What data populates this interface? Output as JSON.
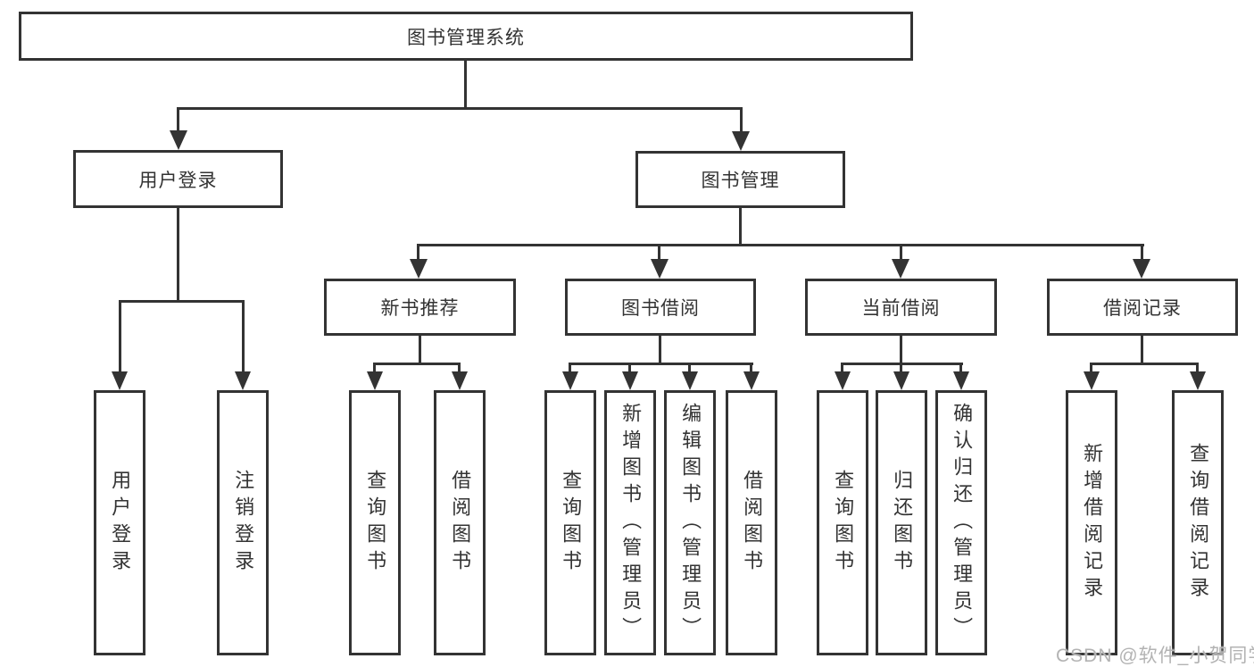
{
  "colors": {
    "line": "#333333",
    "text": "#333333",
    "background": "#ffffff",
    "watermark": "#b3b3b3"
  },
  "nodes": {
    "root": "图书管理系统",
    "level2": {
      "user_login": "用户登录",
      "book_mgmt": "图书管理"
    },
    "level3": {
      "recommend": "新书推荐",
      "borrow": "图书借阅",
      "current": "当前借阅",
      "record": "借阅记录"
    },
    "leaves": {
      "login": [
        "用户登录",
        "注销登录"
      ],
      "recommend": [
        "查询图书",
        "借阅图书"
      ],
      "borrow": [
        "查询图书",
        "新增图书（管理员）",
        "编辑图书（管理员）",
        "借阅图书"
      ],
      "current": [
        "查询图书",
        "归还图书",
        "确认归还（管理员）"
      ],
      "record": [
        "新增借阅记录",
        "查询借阅记录"
      ]
    }
  },
  "watermark": "CSDN @软件_小贺同学"
}
